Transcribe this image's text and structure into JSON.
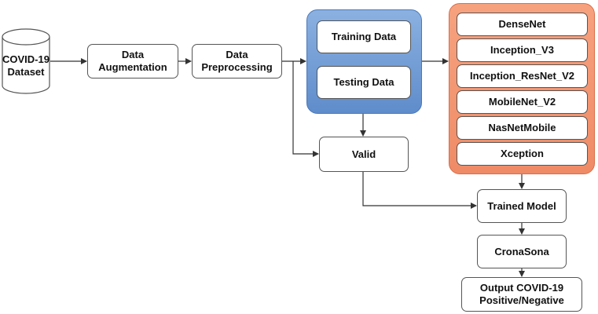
{
  "dataset": {
    "line1": "COVID-19",
    "line2": "Dataset"
  },
  "augmentation": {
    "line1": "Data",
    "line2": "Augmentation"
  },
  "preprocessing": {
    "line1": "Data",
    "line2": "Preprocessing"
  },
  "split": {
    "training": "Training Data",
    "testing": "Testing Data"
  },
  "valid": "Valid",
  "models": [
    "DenseNet",
    "Inception_V3",
    "Inception_ResNet_V2",
    "MobileNet_V2",
    "NasNetMobile",
    "Xception"
  ],
  "trained_model": "Trained Model",
  "app": "CronaSona",
  "output": {
    "line1": "Output COVID-19",
    "line2": "Positive/Negative"
  },
  "colors": {
    "blue_panel": "#7aa3db",
    "orange_panel": "#f4987a",
    "line": "#333333"
  }
}
